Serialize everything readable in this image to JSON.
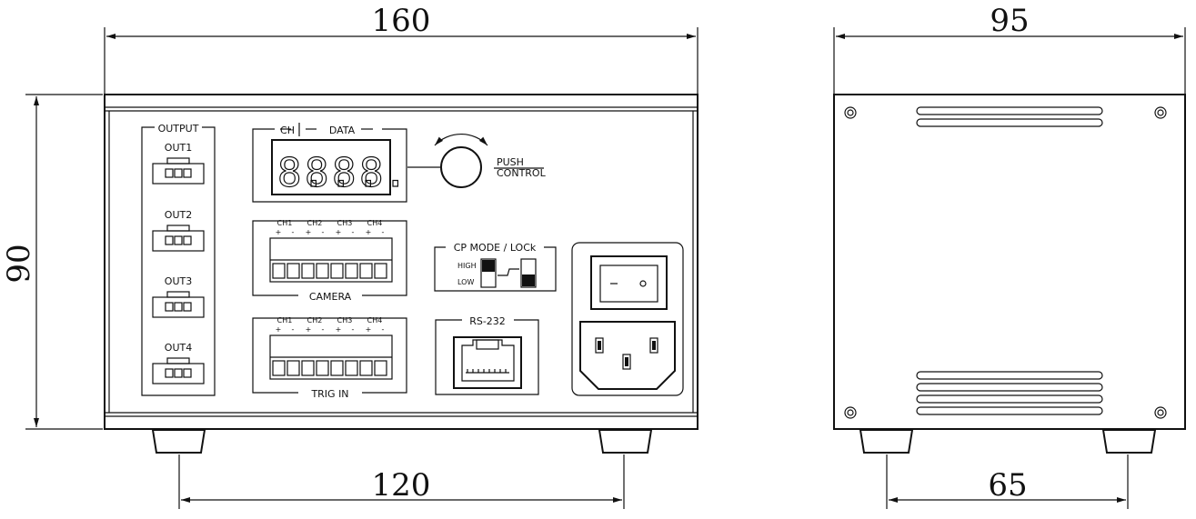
{
  "dimensions": {
    "front_width": "160",
    "front_height": "90",
    "front_feet_spacing": "120",
    "side_width": "95",
    "side_feet_spacing": "65"
  },
  "front_panel": {
    "output_title": "OUTPUT",
    "outputs": [
      "OUT1",
      "OUT2",
      "OUT3",
      "OUT4"
    ],
    "display": {
      "ch_label": "CH",
      "data_label": "DATA",
      "digits": [
        "8.",
        "8.",
        "8.",
        "8."
      ]
    },
    "knob": {
      "push_label": "PUSH",
      "control_label": "CONTROL"
    },
    "camera": {
      "title": "CAMERA",
      "channels": [
        "CH1",
        "CH2",
        "CH3",
        "CH4"
      ],
      "polarity": [
        "+",
        "-",
        "+",
        "-",
        "+",
        "-",
        "+",
        "-"
      ]
    },
    "trig_in": {
      "title": "TRIG IN",
      "channels": [
        "CH1",
        "CH2",
        "CH3",
        "CH4"
      ],
      "polarity": [
        "+",
        "-",
        "+",
        "-",
        "+",
        "-",
        "+",
        "-"
      ]
    },
    "mode_switch": {
      "title": "CP MODE / LOCk",
      "high_label": "HIGH",
      "low_label": "LOW"
    },
    "rs232": {
      "title": "RS-232"
    }
  }
}
